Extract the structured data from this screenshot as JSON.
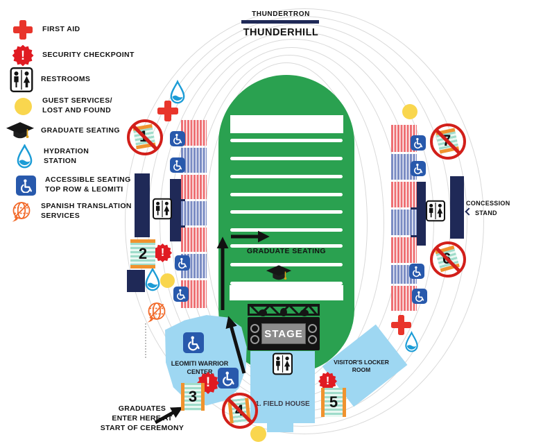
{
  "title": {
    "screen_label": "THUNDERTRON",
    "stadium_name": "THUNDERHILL"
  },
  "legend": [
    {
      "icon": "first-aid-icon",
      "label": "FIRST AID"
    },
    {
      "icon": "security-checkpoint-icon",
      "label": "SECURITY CHECKPOINT"
    },
    {
      "icon": "restrooms-icon",
      "label": "RESTROOMS"
    },
    {
      "icon": "guest-services-icon",
      "label": "GUEST SERVICES/\nLOST AND FOUND"
    },
    {
      "icon": "graduate-cap-icon",
      "label": "GRADUATE SEATING"
    },
    {
      "icon": "hydration-icon",
      "label": "HYDRATION\nSTATION"
    },
    {
      "icon": "accessible-icon",
      "label": "ACCESSIBLE SEATING\nTOP ROW & LEOMITI"
    },
    {
      "icon": "spanish-translation-icon",
      "label": "SPANISH TRANSLATION\nSERVICES"
    }
  ],
  "field": {
    "seating_label": "GRADUATE SEATING"
  },
  "stage": {
    "label": "STAGE"
  },
  "buildings": {
    "field_house": "1. FIELD HOUSE",
    "leomiti_center": "LEOMITI WARRIOR\nCENTER",
    "visitors_locker_room": "VISITOR'S LOCKER\nROOM",
    "concession_line1": "CONCESSION",
    "concession_line2": "STAND"
  },
  "sections": {
    "s1": {
      "number": "1",
      "closed": true
    },
    "s2": {
      "number": "2",
      "closed": false
    },
    "s3": {
      "number": "3",
      "closed": false
    },
    "s4": {
      "number": "4",
      "closed": true
    },
    "s5": {
      "number": "5",
      "closed": false
    },
    "s6": {
      "number": "6",
      "closed": true
    },
    "s7": {
      "number": "7",
      "closed": true
    }
  },
  "notes": {
    "graduates_enter": "GRADUATES\nENTER HERE AT\nSTART OF CEREMONY"
  },
  "colors": {
    "navy": "#1f2957",
    "first_aid_red": "#e8352b",
    "badge_red": "#e01b22",
    "guest_services_yellow": "#f9d64e",
    "field_green": "#2aa150",
    "building_blue": "#9ed7f2",
    "bleacher_red": "#ee6f73",
    "bleacher_blue": "#7b8cc3",
    "accessible_blue": "#2859ac",
    "marker_teal": "#9fdcca",
    "marker_orange": "#f0932f",
    "spanish_orange": "#f26a2a",
    "hydration_blue": "#1b9cd6",
    "track_gray": "#d9d9d9",
    "prohibited_red": "#d21f1a"
  }
}
